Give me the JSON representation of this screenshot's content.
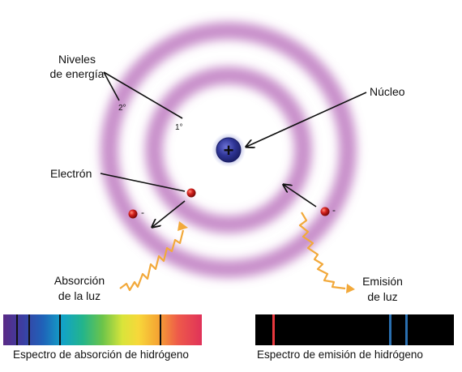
{
  "labels": {
    "energy_levels_line1": "Niveles",
    "energy_levels_line2": "de energía",
    "level_2": "2°",
    "level_1": "1°",
    "nucleus": "Núcleo",
    "nucleus_sign": "+",
    "electron": "Electrón",
    "electron_sign": "-",
    "absorption_line1": "Absorción",
    "absorption_line2": "de la luz",
    "emission_line1": "Emisión",
    "emission_line2": "de luz",
    "absorption_spectrum": "Espectro de absorción de hidrógeno",
    "emission_spectrum": "Espectro de emisión de hidrógeno"
  },
  "colors": {
    "orbit": "#b56ab8",
    "nucleus": "#2a2f8c",
    "electron": "#c81a1a",
    "photon": "#f2a93b",
    "emission_red": "#e8383d",
    "emission_blue": "#2a6fb0"
  }
}
